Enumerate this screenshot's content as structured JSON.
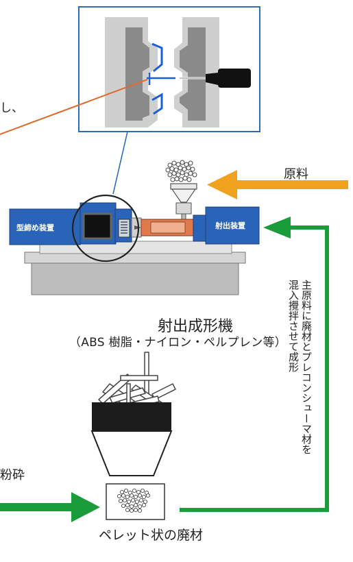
{
  "labels": {
    "raw_material": "原料",
    "partial_text": "し、",
    "machine_name": "射出成形機",
    "resins": "（ABS 樹脂・ナイロン・ペルプレン等）",
    "crush": "粉砕",
    "pellet_scrap": "ペレット状の廃材",
    "clamp_unit": "型締め装置",
    "injection_unit": "射出装置",
    "process_note_line1": "主原料に廃材とプレコンシューマ材を",
    "process_note_line2": "混入攪拌させて成形"
  },
  "colors": {
    "blue_unit": "#2a64b8",
    "orange_arrow": "#f0a11e",
    "green_arrow": "#1a9c3a",
    "callout_line": "#e06a2c",
    "callout_border": "#2a6db5",
    "mold_gray": "#8a8a8a",
    "mold_light": "#cfcfcf",
    "barrel_orange": "#e07a4a"
  },
  "icons": {
    "nozzle": "injection-nozzle-icon",
    "hopper": "hopper-icon",
    "crusher": "crusher-icon",
    "pellets": "pellets-icon"
  }
}
